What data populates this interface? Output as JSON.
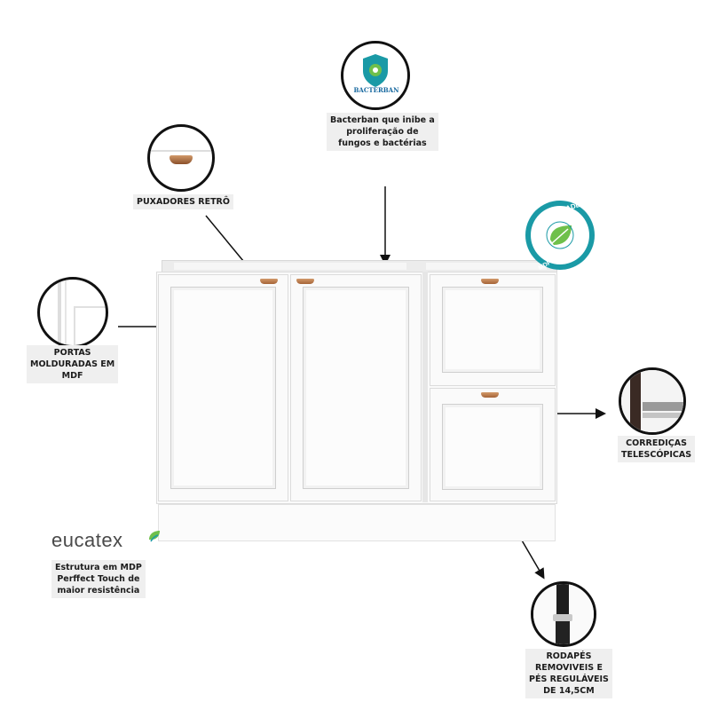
{
  "colors": {
    "label_bg": "#efefef",
    "cabinet": "#fafafa",
    "handle": "#b8744a",
    "badge_teal": "#1a9aa6",
    "badge_green": "#6fc04b"
  },
  "callouts": {
    "bacterban": {
      "logo_text": "BACTERBAN",
      "lines": [
        "Bacterban que inibe a",
        "proliferação de",
        "fungos e bactérias"
      ],
      "icon": "bacterban-shield-icon"
    },
    "puxadores": {
      "lines": [
        "PUXADORES RETRÔ"
      ],
      "icon": "retro-handle-icon"
    },
    "portas": {
      "lines": [
        "PORTAS",
        "MOLDURADAS EM",
        "MDF"
      ],
      "icon": "molded-door-icon"
    },
    "corredicas": {
      "lines": [
        "CORREDIÇAS",
        "TELESCÓPICAS"
      ],
      "icon": "telescopic-slide-icon"
    },
    "rodapes": {
      "lines": [
        "RODAPÉS",
        "REMOVIVEIS E",
        "PÉS REGULÁVEIS",
        "DE 14,5CM"
      ],
      "icon": "adjustable-foot-icon"
    },
    "eucatex": {
      "logo_text": "eucatex",
      "lines": [
        "Estrutura em MDP",
        "Perffect Touch de",
        "maior resistência"
      ],
      "icon": "eucatex-leaf-icon"
    }
  },
  "badge": {
    "top_text": "QUALIDADE",
    "bottom_text": "MDP PERFFECT",
    "icon": "quality-leaf-icon"
  }
}
